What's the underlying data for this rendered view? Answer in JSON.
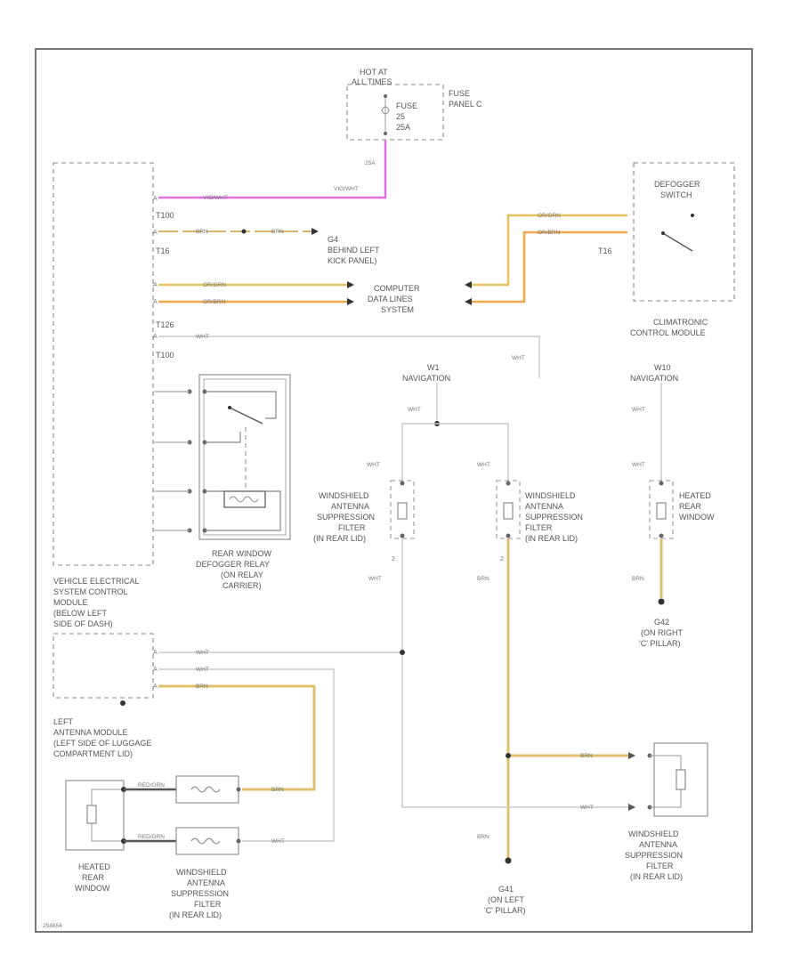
{
  "colors": {
    "pink": "#e36ee3",
    "orange": "#f0a64a",
    "yellow": "#e8c25a",
    "brown_wire": "#d9b370",
    "white_wire": "#c8c8c8",
    "frame": "#555555",
    "dashed": "#888888"
  },
  "fuse": {
    "hot_line1": "HOT AT",
    "hot_line2": "ALL TIMES",
    "fuse_line1": "FUSE",
    "fuse_line2": "25",
    "fuse_line3": "25A",
    "panel_line1": "FUSE",
    "panel_line2": "PANEL C",
    "amp": "25A"
  },
  "wires": {
    "violet_wht_top": "VIO/WHT",
    "violet_wht": "VIO/WHT",
    "brn1": "BRN",
    "brn2": "BRN",
    "or_grn1": "OR/GRN",
    "or_brn1": "OR/BRN",
    "or_grn2": "OR/GRN",
    "or_brn2": "OR/BRN",
    "wht_t126": "WHT",
    "wht_right_down": "WHT",
    "wht_nav": "WHT",
    "wht_left_filter": "WHT",
    "wht_center_filter": "WHT",
    "wht_left_below": "WHT",
    "brn_center_below": "BRN",
    "wht_right1": "WHT",
    "wht_right2": "WHT",
    "brn_right_below": "BRN",
    "wht_am1": "WHT",
    "wht_am2": "WHT",
    "brn_am": "BRN",
    "brn_to_filter": "BRN",
    "wht_to_filter": "WHT",
    "brn_lower_right": "BRN",
    "wht_lower_right": "WHT",
    "brn_ground": "BRN",
    "red_grn1": "RED/GRN",
    "red_grn2": "RED/GRN"
  },
  "connectors": {
    "t100a": "T100",
    "t16": "T16",
    "t126": "T126",
    "t100b": "T100",
    "t16b": "T16"
  },
  "labels": {
    "g_behind_1": "G4",
    "g_behind_2": "BEHIND LEFT",
    "g_behind_3": "KICK PANEL)",
    "cdl_1": "COMPUTER",
    "cdl_2": "DATA LINES",
    "cdl_3": "SYSTEM",
    "def_sw_1": "DEFOGGER",
    "def_sw_2": "SWITCH",
    "climatronic_1": "CLIMATRONIC",
    "climatronic_2": "CONTROL MODULE",
    "nav_left_1": "W1",
    "nav_left_2": "NAVIGATION",
    "nav_right_1": "W10",
    "nav_right_2": "NAVIGATION",
    "ws_left_1": "WINDSHIELD",
    "ws_left_2": "ANTENNA",
    "ws_left_3": "SUPPRESSION",
    "ws_left_4": "FILTER",
    "ws_left_5": "(IN REAR LID)",
    "ws_center_1": "WINDSHIELD",
    "ws_center_2": "ANTENNA",
    "ws_center_3": "SUPPRESSION",
    "ws_center_4": "FILTER",
    "ws_center_5": "(IN REAR LID)",
    "heated_right_1": "HEATED",
    "heated_right_2": "REAR",
    "heated_right_3": "WINDOW",
    "g_right_1": "G42",
    "g_right_2": "(ON RIGHT",
    "g_right_3": "'C' PILLAR)",
    "relay_1": "REAR WINDOW",
    "relay_2": "DEFOGGER RELAY",
    "relay_3": "(ON RELAY",
    "relay_4": "CARRIER)",
    "vescm_1": "VEHICLE ELECTRICAL",
    "vescm_2": "SYSTEM CONTROL",
    "vescm_3": "MODULE",
    "vescm_4": "(BELOW LEFT",
    "vescm_5": "SIDE OF DASH)",
    "antmod_1": "LEFT",
    "antmod_2": "ANTENNA MODULE",
    "antmod_3": "(LEFT SIDE OF LUGGAGE",
    "antmod_4": "COMPARTMENT LID)",
    "heated_left_1": "HEATED",
    "heated_left_2": "REAR",
    "heated_left_3": "WINDOW",
    "ws_bottom_1": "WINDSHIELD",
    "ws_bottom_2": "ANTENNA",
    "ws_bottom_3": "SUPPRESSION",
    "ws_bottom_4": "FILTER",
    "ws_bottom_5": "(IN REAR LID)",
    "g_left_1": "G41",
    "g_left_2": "(ON LEFT",
    "g_left_3": "'C' PILLAR)",
    "ws_lr_1": "WINDSHIELD",
    "ws_lr_2": "ANTENNA",
    "ws_lr_3": "SUPPRESSION",
    "ws_lr_4": "FILTER",
    "ws_lr_5": "(IN REAR LID)",
    "pin_2a": "2",
    "pin_2b": "2",
    "figure_code": "258654"
  }
}
